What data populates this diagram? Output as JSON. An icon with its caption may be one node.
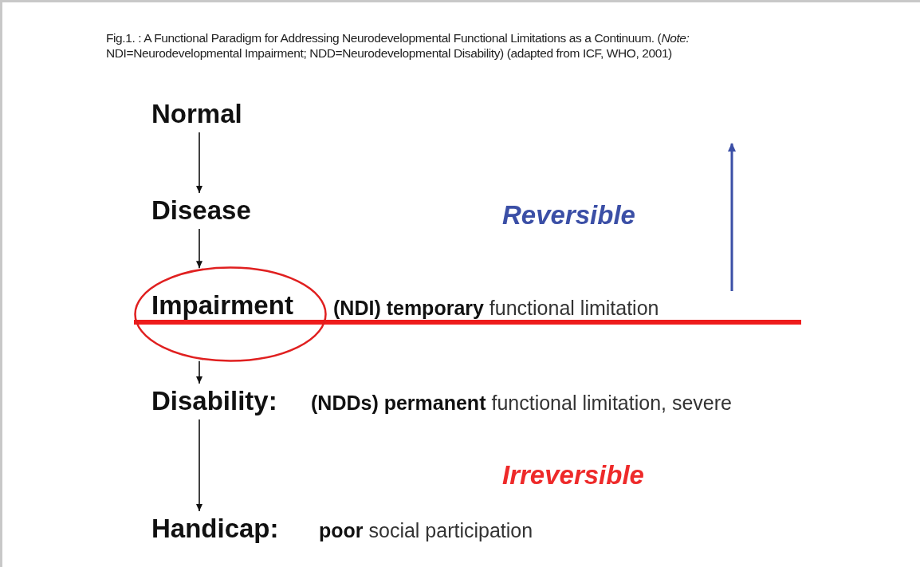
{
  "diagram": {
    "title": "Fig.1. : A Functional Paradigm for Addressing Neurodevelopmental Functional Limitations as a Continuum. (*Note:* NDI=Neurodevelopmental Impairment; NDD=Neurodevelopmental Disability) (adapted from ICF, WHO, 2001)",
    "nodes": [
      {
        "text": [
          "Normal"
        ]
      },
      {
        "text": [
          "Disease"
        ]
      },
      {
        "text": [
          "Impairment"
        ],
        "beside": [
          "**(NDI) temporary** functional limitation"
        ]
      },
      {
        "text": [
          "Disability:"
        ],
        "beside": [
          "**(NDDs) permanent** functional limitation, severe"
        ]
      },
      {
        "text": [
          "Handicap:"
        ],
        "beside": [
          "**poor** social participation"
        ]
      }
    ],
    "edges": [
      {
        "from": 0,
        "to": 1,
        "arrow": "to"
      },
      {
        "from": 1,
        "to": 2,
        "arrow": "to"
      },
      {
        "from": 2,
        "to": 3,
        "arrow": "to"
      },
      {
        "from": 3,
        "to": 4,
        "arrow": "to"
      }
    ],
    "labels": [
      "Reversible",
      "Irreversible"
    ]
  }
}
